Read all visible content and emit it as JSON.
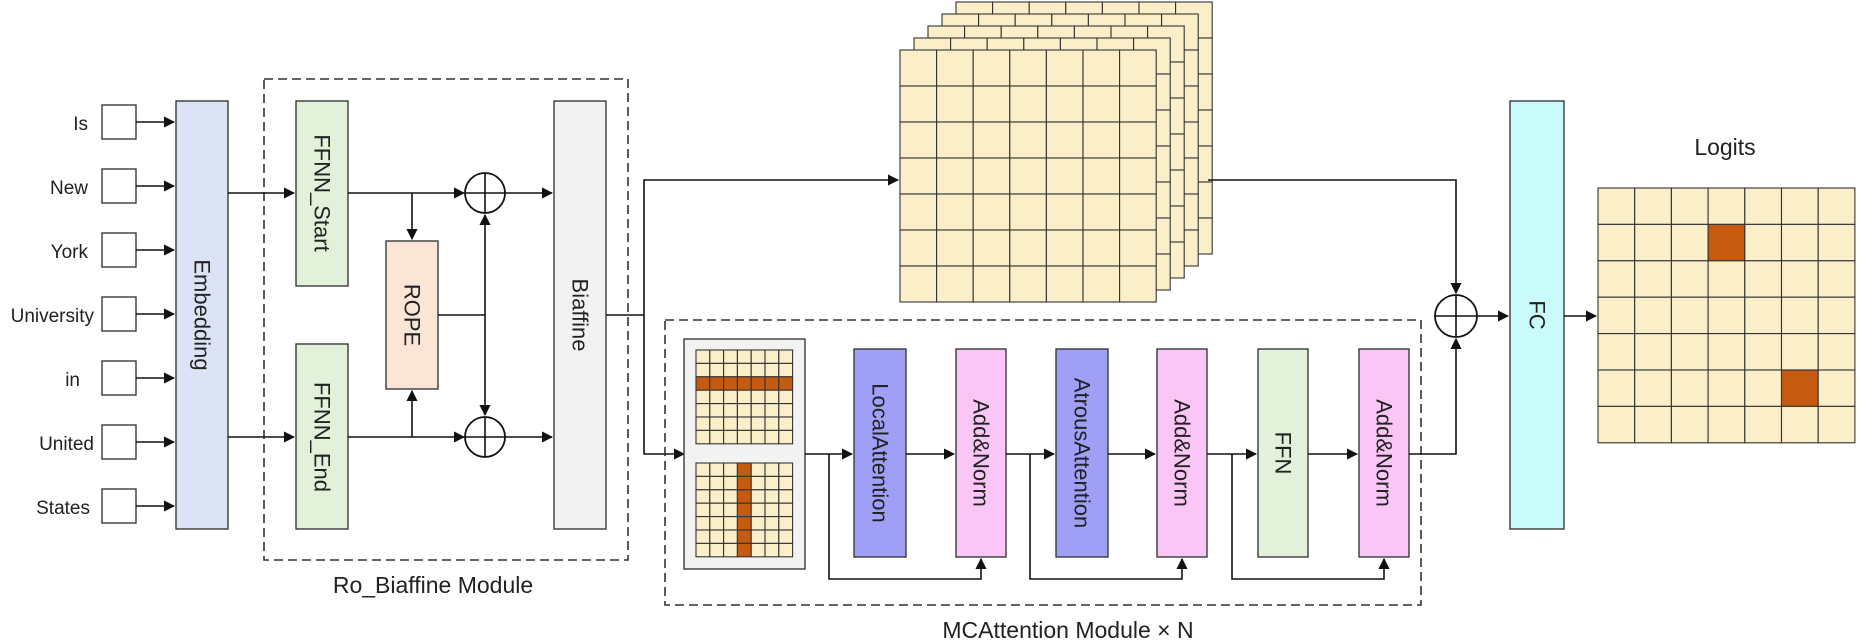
{
  "tokens": [
    "Is",
    "New",
    "York",
    "University",
    "in",
    "United",
    "States"
  ],
  "blocks": {
    "embedding": "Embedding",
    "ffnn_start": "FFNN_Start",
    "ffnn_end": "FFNN_End",
    "rope": "ROPE",
    "biaffine": "Biaffine",
    "local_attention": "LocalAttention",
    "add_norm_1": "Add&Norm",
    "atrous_attention": "AtrousAttention",
    "add_norm_2": "Add&Norm",
    "ffn": "FFN",
    "add_norm_3": "Add&Norm",
    "fc": "FC"
  },
  "modules": {
    "ro_biaffine": "Ro_Biaffine Module",
    "mcattention": "MCAttention Module × N"
  },
  "logits_label": "Logits",
  "colors": {
    "embedding": "#dce3f4",
    "ffnn": "#e3f0da",
    "rope": "#fbe5d6",
    "biaffine": "#f2f2f2",
    "attention": "#9f9ff6",
    "add_norm": "#f9c6f6",
    "ffn": "#e3f0da",
    "fc": "#c9fbfb",
    "grid_cell": "#fbefc9",
    "highlight": "#c55a11",
    "mask_panel": "#f2f2f2"
  },
  "logits_highlights": [
    [
      1,
      3
    ],
    [
      5,
      5
    ]
  ],
  "mask_highlights": {
    "top_row": 2,
    "bottom_col": 3
  }
}
